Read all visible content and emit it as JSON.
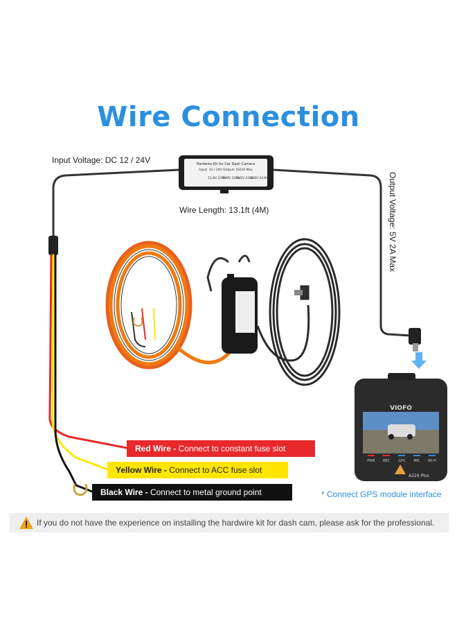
{
  "title": "Wire Connection",
  "labels": {
    "input_voltage": "Input Voltage: DC 12 / 24V",
    "wire_length": "Wire Length: 13.1ft (4M)",
    "output_voltage": "Output Voltage: 5V 2A Max",
    "gps_note": "* Connect GPS module interface"
  },
  "wires": [
    {
      "name": "Red Wire",
      "sep": " - ",
      "desc": "Connect to constant fuse slot",
      "color": "#e8282b"
    },
    {
      "name": "Yellow Wire",
      "sep": " - ",
      "desc": "Connect to ACC fuse slot",
      "color": "#ffe600"
    },
    {
      "name": "Black Wire",
      "sep": " - ",
      "desc": "Connect to metal ground point",
      "color": "#111111"
    }
  ],
  "warning": "If you do not have the experience on installing the hardwire kit for dash cam, please ask for the professional.",
  "device": {
    "box_title": "Hardwire Kit for Car Dash Camera",
    "box_spec": "Input: 12 / 24V Output: 5V/2A Max",
    "box_v1": "11.8V 23.6V",
    "box_v2": "12.0V 24.0V",
    "box_v3": "12.2V 24.4V",
    "box_v4": "12.4V 24.8V",
    "camera_brand": "VIOFO",
    "camera_model": "A229 Plus",
    "camera_buttons": [
      "PWR",
      "REC",
      "GPS",
      "MIC",
      "Wi-Fi"
    ]
  },
  "colors": {
    "accent": "#2b8fe0",
    "red": "#e8282b",
    "yellow": "#ffe600",
    "black": "#111111",
    "orange_cable": "#f07a10"
  }
}
